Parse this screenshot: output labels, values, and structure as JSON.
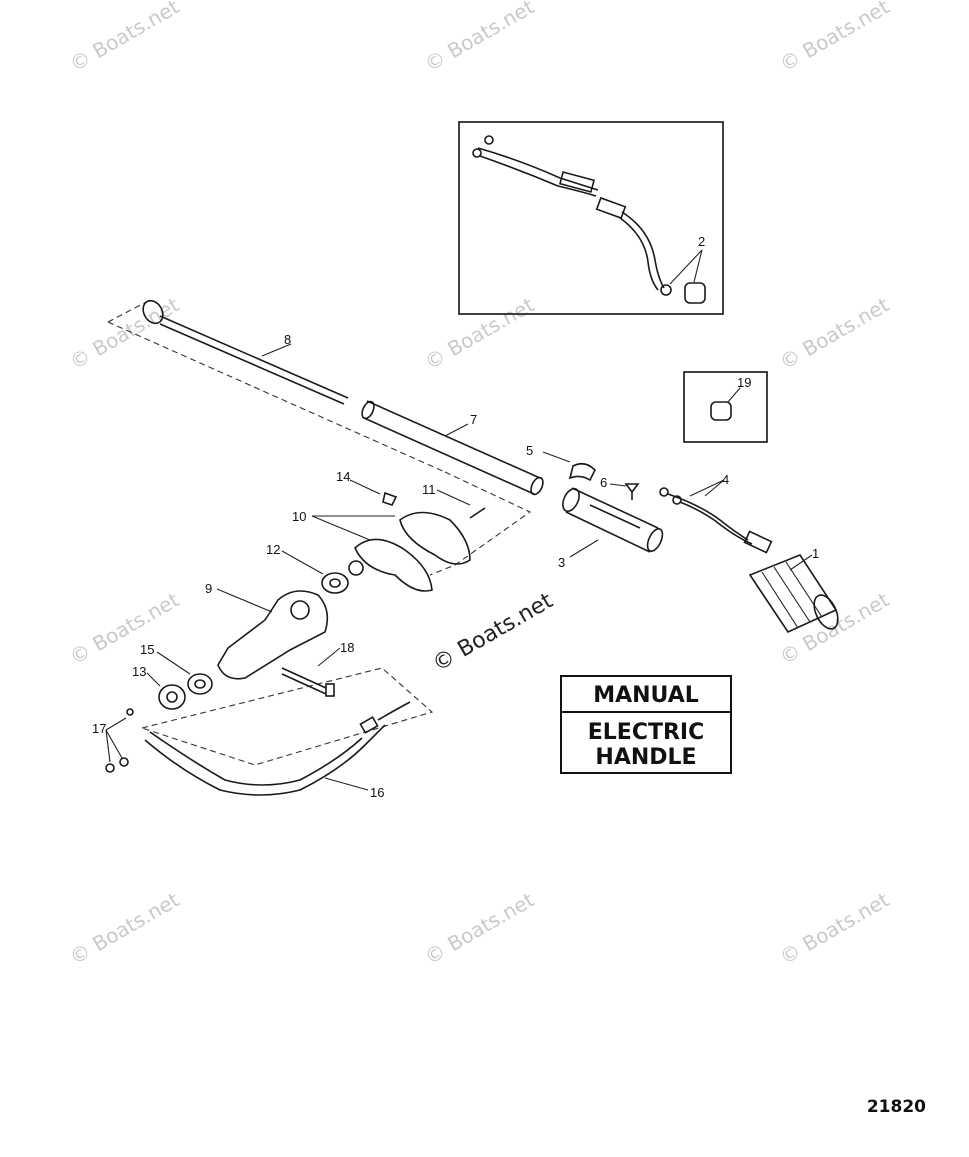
{
  "watermark_text": "© Boats.net",
  "center_watermark_text": "© Boats.net",
  "title_box": {
    "line1": "MANUAL",
    "line2": "ELECTRIC",
    "line3": "HANDLE"
  },
  "figure_number": "21820",
  "callouts": {
    "c1": "1",
    "c2": "2",
    "c3": "3",
    "c4": "4",
    "c5": "5",
    "c6": "6",
    "c7": "7",
    "c8": "8",
    "c9": "9",
    "c10": "10",
    "c11": "11",
    "c12": "12",
    "c13": "13",
    "c14": "14",
    "c15": "15",
    "c16": "16",
    "c17": "17",
    "c18": "18",
    "c19": "19"
  }
}
